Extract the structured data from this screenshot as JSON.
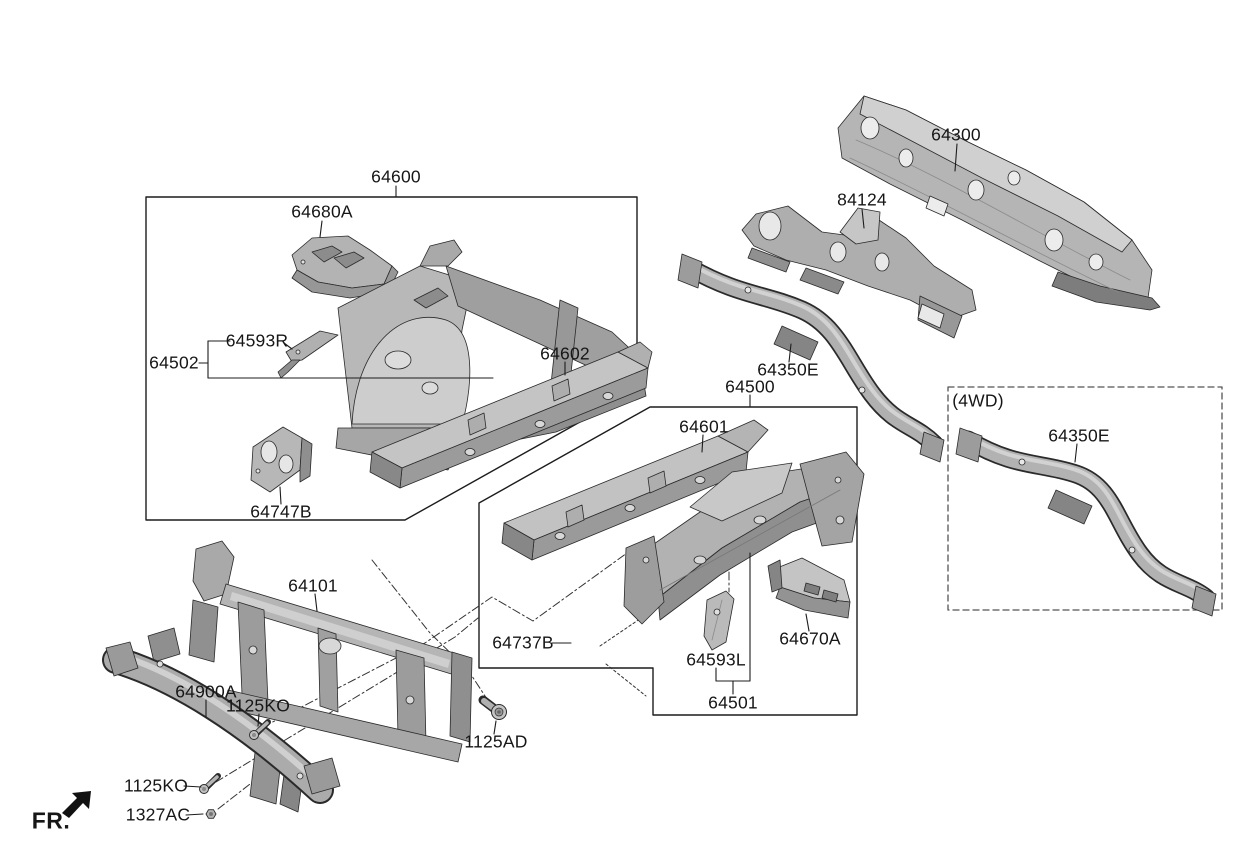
{
  "colors": {
    "background": "#ffffff",
    "line": "#1c1c1c",
    "part_light": "#d0d0d0",
    "part_mid": "#b0b0b0",
    "part_dark": "#8a8a8a",
    "box_border": "#1c1c1c",
    "dashed_box_border": "#555555"
  },
  "boxes": {
    "b64600": {
      "label": "64600"
    },
    "b64500": {
      "label": "64500"
    },
    "b4wd": {
      "caption": "(4WD)",
      "part": "64350E"
    }
  },
  "parts": {
    "p64680a": {
      "code": "64680A"
    },
    "p64593r": {
      "code": "64593R"
    },
    "p64502": {
      "code": "64502"
    },
    "p64602": {
      "code": "64602"
    },
    "p64747b": {
      "code": "64747B"
    },
    "p64300": {
      "code": "64300"
    },
    "p84124": {
      "code": "84124"
    },
    "p64350e": {
      "code": "64350E"
    },
    "p64601": {
      "code": "64601"
    },
    "p64101": {
      "code": "64101"
    },
    "p64737b": {
      "code": "64737B"
    },
    "p64593l": {
      "code": "64593L"
    },
    "p64501": {
      "code": "64501"
    },
    "p64670a": {
      "code": "64670A"
    },
    "p64900a": {
      "code": "64900A"
    }
  },
  "fasteners": {
    "f1125ko_front": {
      "code": "1125KO"
    },
    "f1125ad": {
      "code": "1125AD"
    },
    "f1125ko_lower": {
      "code": "1125KO"
    },
    "f1327ac": {
      "code": "1327AC"
    }
  },
  "direction_indicator": {
    "label": "FR."
  }
}
